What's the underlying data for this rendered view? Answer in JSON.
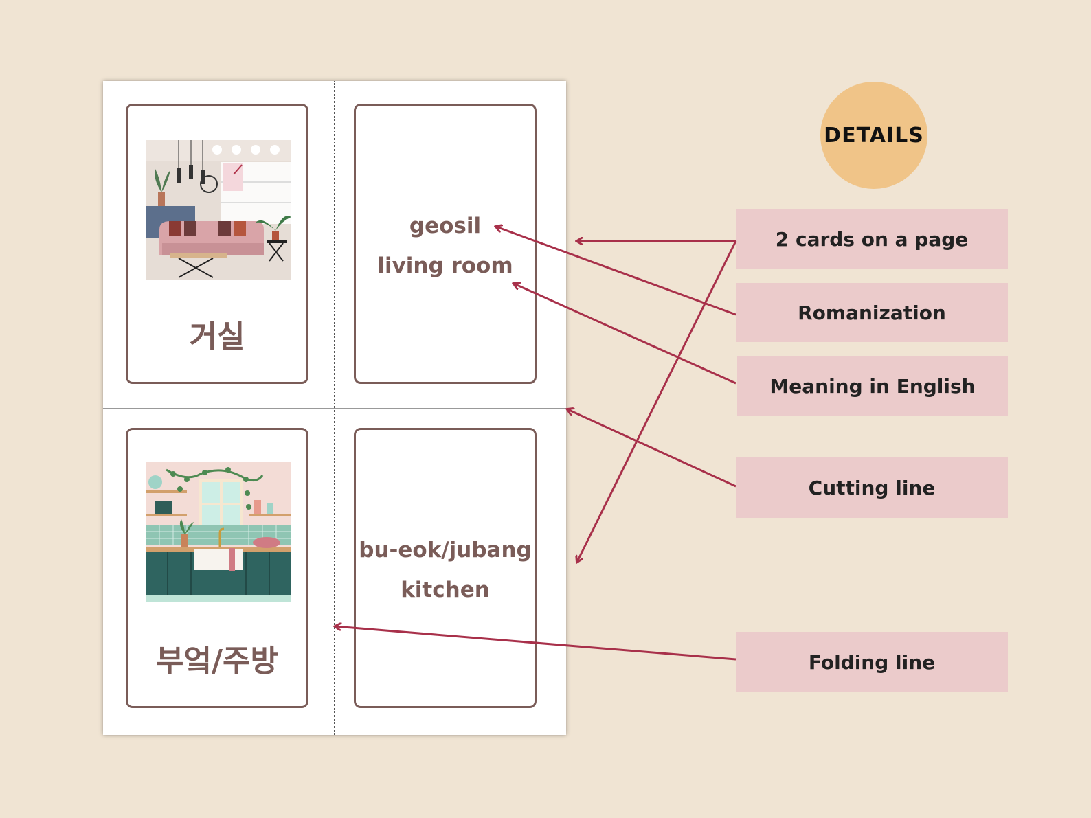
{
  "badge": {
    "label": "DETAILS"
  },
  "cards": {
    "top": {
      "korean": "거실",
      "romanization": "geosil",
      "english": "living room"
    },
    "bottom": {
      "korean": "부엌/주방",
      "romanization": "bu-eok/jubang",
      "english": "kitchen"
    }
  },
  "labels": {
    "cards_per_page": "2 cards on a page",
    "romanization": "Romanization",
    "meaning": "Meaning in English",
    "cutting": "Cutting line",
    "folding": "Folding line"
  },
  "colors": {
    "background": "#f0e4d3",
    "badge": "#f0c488",
    "label_box": "#ebcbcb",
    "arrow": "#a8304a",
    "card_border": "#7a5c58"
  }
}
